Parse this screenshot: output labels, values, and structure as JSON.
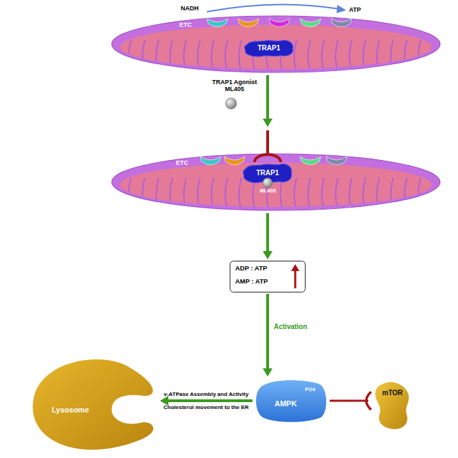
{
  "diagram": {
    "nodes": [
      {
        "text": [
          "ETC"
        ]
      },
      {
        "text": [
          "TRAP1"
        ],
        "in": 0
      },
      {
        "text": [
          "ETC"
        ]
      },
      {
        "text": [
          "TRAP1"
        ],
        "in": 2
      },
      {
        "text": [
          "ML405"
        ],
        "in": 2
      },
      {
        "text": [
          "ADP : ATP",
          "AMP : ATP"
        ]
      },
      {
        "text": [
          "AMPK",
          "PO4"
        ]
      },
      {
        "text": [
          "Lysosome"
        ]
      },
      {
        "text": [
          "mTOR"
        ]
      }
    ],
    "edges": [
      {
        "from": 0,
        "to": 2,
        "arrow": "to"
      },
      {
        "from": 2,
        "to": 5,
        "arrow": "to"
      },
      {
        "from": 5,
        "to": 6,
        "label": "Activation",
        "arrow": "to"
      },
      {
        "from": 6,
        "to": 7,
        "label": "v-ATPase Assembly and Activity",
        "arrow": "to"
      },
      {
        "from": 6,
        "to": 8,
        "arrow": "to"
      }
    ],
    "labels": [
      "NADH",
      "ATP",
      "TRAP1 Agonist ML405",
      "Cholesterol movement to the ER"
    ]
  }
}
